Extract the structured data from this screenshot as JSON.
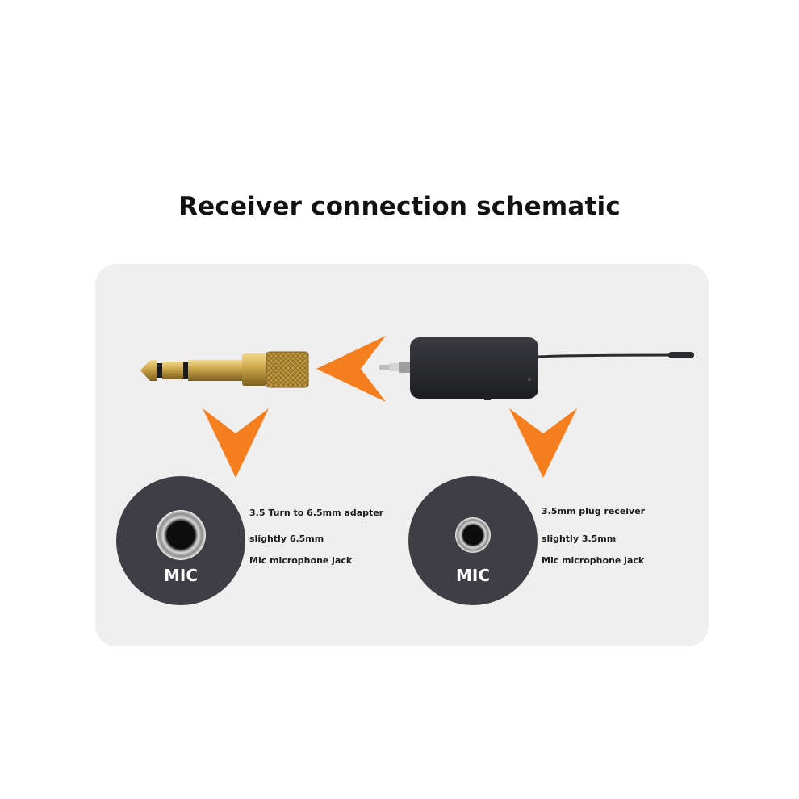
{
  "title": "Receiver connection schematic",
  "colors": {
    "panel": "#efefef",
    "arrow": "#f57e1e",
    "disc": "#3f3e45",
    "gold": "#c9a349",
    "receiver": "#2b2c30"
  },
  "left_jack": {
    "label": "MIC",
    "lines": [
      "3.5 Turn to 6.5mm adapter",
      "slightly 6.5mm",
      "Mic microphone jack"
    ]
  },
  "right_jack": {
    "label": "MIC",
    "lines": [
      "3.5mm plug receiver",
      "slightly 3.5mm",
      "Mic microphone jack"
    ]
  },
  "icons": [
    "adapter-plug-icon",
    "receiver-icon",
    "arrow-left-icon",
    "arrow-down-icon",
    "jack-socket-icon"
  ]
}
